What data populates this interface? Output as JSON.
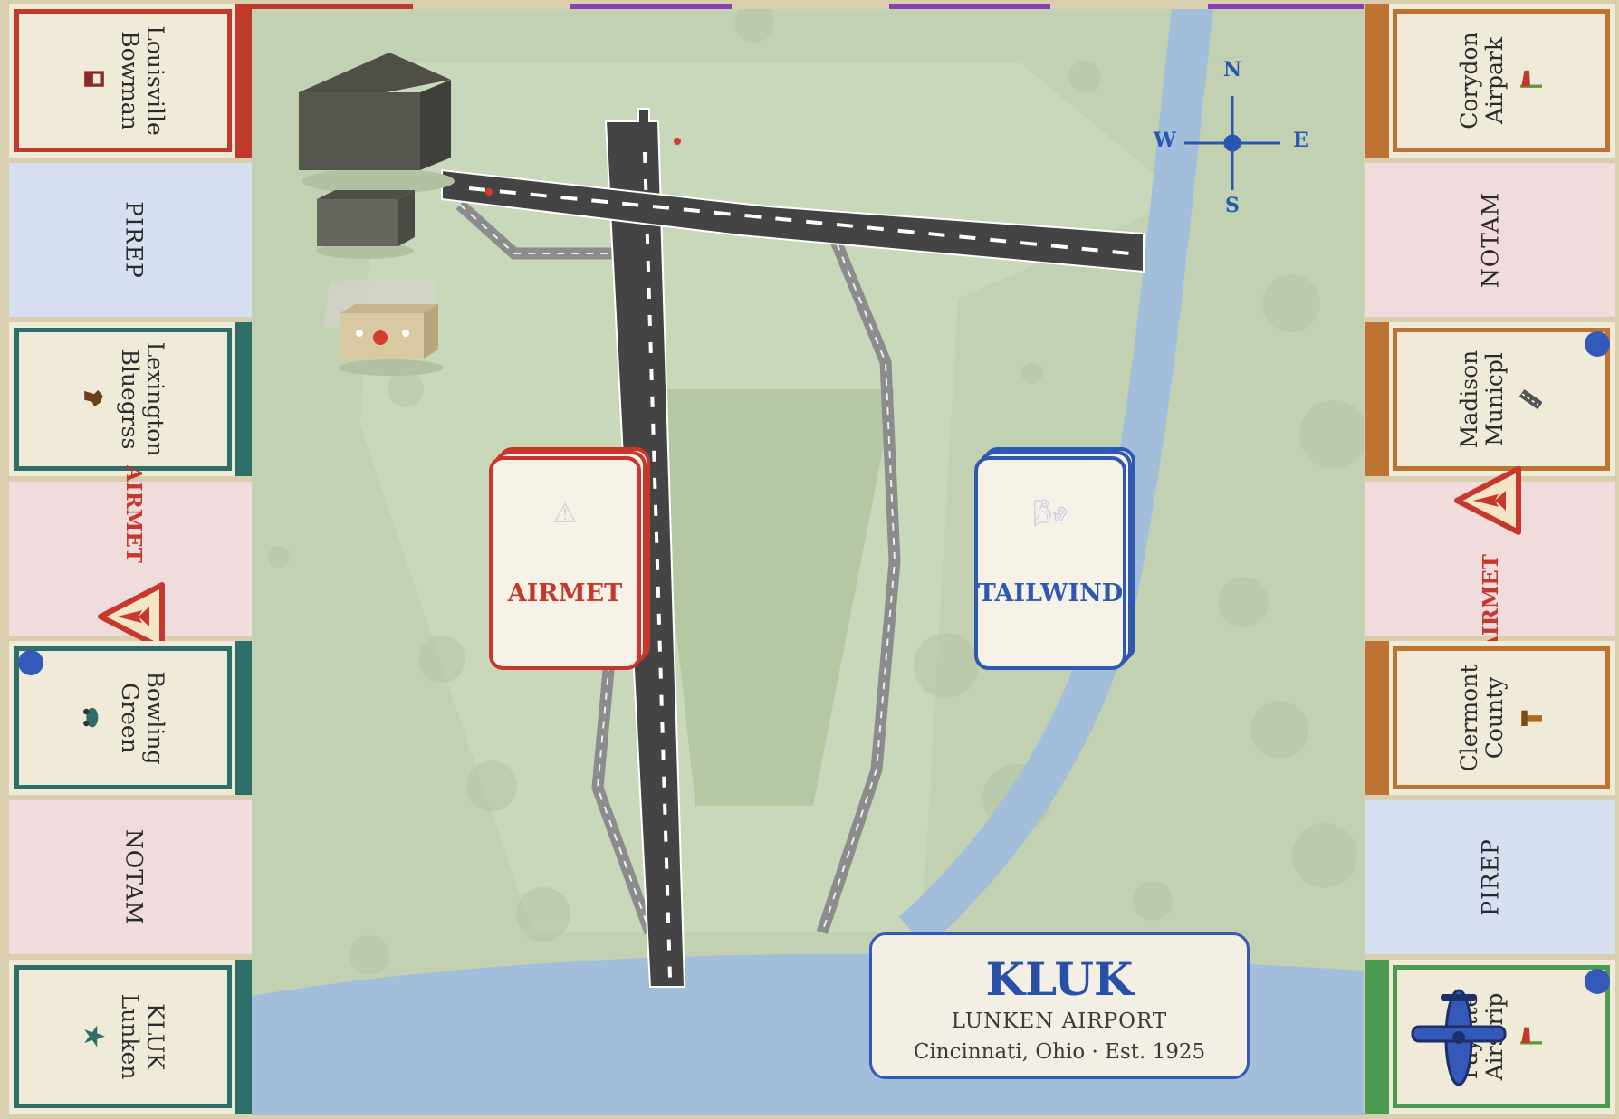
{
  "colors": {
    "red": "#c0392b",
    "teal": "#2e6e68",
    "orange": "#bd7433",
    "green": "#4a9a50",
    "purple": "#8a3fb5",
    "token_blue": "#3459b8",
    "pirep_bg": "#d6e0f0",
    "notam_bg": "#f0dcdc",
    "grass": "#c3d1b3",
    "water": "#a3bedb",
    "runway": "#444444"
  },
  "left_spaces": [
    {
      "kind": "property",
      "line1": "Louisville",
      "line2": "Bowman",
      "icon": "building-icon",
      "color": "red",
      "token": false
    },
    {
      "kind": "pirep",
      "label": "PIREP"
    },
    {
      "kind": "property",
      "line1": "Lexington",
      "line2": "Bluegrss",
      "icon": "horse-icon",
      "color": "teal",
      "token": false
    },
    {
      "kind": "airmet",
      "label": "AIRMET"
    },
    {
      "kind": "property",
      "line1": "Bowling",
      "line2": "Green",
      "icon": "car-icon",
      "color": "teal",
      "token": true
    },
    {
      "kind": "notam",
      "label": "NOTAM"
    },
    {
      "kind": "property",
      "line1": "KLUK",
      "line2": "Lunken",
      "icon": "star-icon",
      "color": "teal",
      "token": false
    }
  ],
  "right_spaces": [
    {
      "kind": "property",
      "line1": "Corydon",
      "line2": "Airpark",
      "icon": "windsock-icon",
      "color": "orange",
      "token": false
    },
    {
      "kind": "notam",
      "label": "NOTAM"
    },
    {
      "kind": "property",
      "line1": "Madison",
      "line2": "Municpl",
      "icon": "runway-icon",
      "color": "orange",
      "token": true
    },
    {
      "kind": "airmet",
      "label": "AIRMET"
    },
    {
      "kind": "property",
      "line1": "Clermont",
      "line2": "County",
      "icon": "tower-icon",
      "color": "orange",
      "token": false
    },
    {
      "kind": "pirep",
      "label": "PIREP"
    },
    {
      "kind": "property",
      "line1": "Fayette",
      "line2": "Airstrip",
      "icon": "windsock-icon",
      "color": "green",
      "token": true,
      "has_plane": true
    }
  ],
  "decks": {
    "airmet": {
      "label": "AIRMET",
      "icon": "⚠"
    },
    "tailwind": {
      "label": "TAILWIND",
      "icon": "🌬"
    }
  },
  "plaque": {
    "code": "KLUK",
    "name": "LUNKEN AIRPORT",
    "subtitle": "Cincinnati, Ohio · Est. 1925"
  },
  "compass": {
    "n": "N",
    "s": "S",
    "e": "E",
    "w": "W"
  }
}
